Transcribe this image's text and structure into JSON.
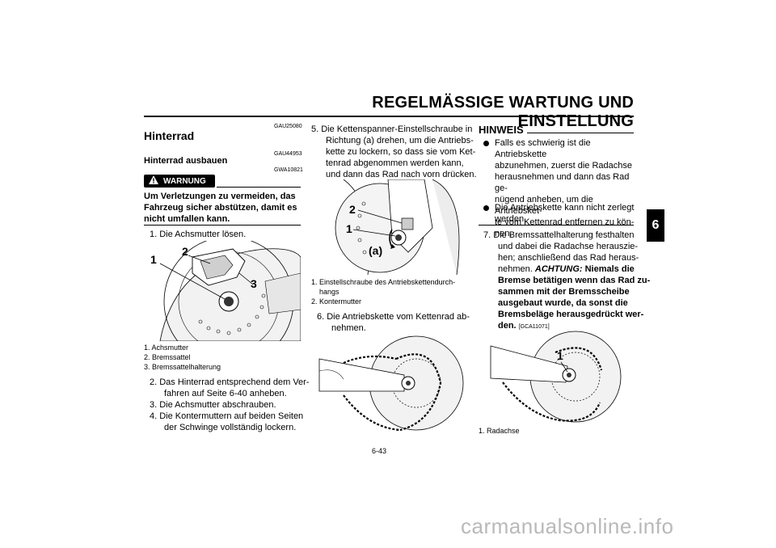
{
  "header": {
    "title": "REGELMÄSSIGE WARTUNG UND EINSTELLUNG",
    "chapter_tab": "6"
  },
  "left": {
    "code1": "GAU25080",
    "heading": "Hinterrad",
    "code2": "GAU44953",
    "subheading": "Hinterrad ausbauen",
    "code3": "GWA10821",
    "warning_label": "WARNUNG",
    "warning_text": [
      "Um Verletzungen zu vermeiden, das",
      "Fahrzeug sicher abstützen, damit es",
      "nicht umfallen kann."
    ],
    "step1": "1. Die Achsmutter lösen.",
    "fig1_callouts": [
      "1",
      "2",
      "3"
    ],
    "captions": [
      "1. Achsmutter",
      "2. Bremssattel",
      "3. Bremssattelhalterung"
    ],
    "step2": [
      "2. Das Hinterrad entsprechend dem Ver-",
      "fahren auf Seite 6-40 anheben."
    ],
    "step3": "3. Die Achsmutter abschrauben.",
    "step4": [
      "4. Die Kontermuttern auf beiden Seiten",
      "der Schwinge vollständig lockern."
    ]
  },
  "middle": {
    "step5": [
      "5. Die Kettenspanner-Einstellschraube in",
      "Richtung (a) drehen, um die Antriebs-",
      "kette zu lockern, so dass sie vom Ket-",
      "tenrad abgenommen werden kann,",
      "und dann das Rad nach vorn drücken."
    ],
    "fig2_callouts": [
      "2",
      "1",
      "(a)"
    ],
    "captions": [
      "1. Einstellschraube des Antriebskettendurch-",
      "hangs",
      "2. Kontermutter"
    ],
    "step6": [
      "6. Die Antriebskette vom Kettenrad ab-",
      "nehmen."
    ]
  },
  "right": {
    "hinweis": "HINWEIS",
    "bullets": [
      [
        "Falls es schwierig ist die Antriebskette",
        "abzunehmen, zuerst die Radachse",
        "herausnehmen und dann das Rad ge-",
        "nügend anheben, um die Antriebsket-",
        "te vom Kettenrad entfernen zu kön-",
        "nen."
      ],
      [
        "Die Antriebskette kann nicht zerlegt",
        "werden."
      ]
    ],
    "step7": [
      "7. Die Bremssattelhalterung festhalten",
      "und dabei die Radachse herauszie-",
      "hen; anschließend das Rad heraus-",
      "nehmen."
    ],
    "achtung": "ACHTUNG:",
    "achtung_text": [
      "Niemals die",
      "Bremse betätigen wenn das Rad zu-",
      "sammen mit der Bremsscheibe",
      "ausgebaut wurde, da sonst die",
      "Bremsbeläge herausgedrückt wer-",
      "den."
    ],
    "code4": "[GCA11071]",
    "fig4_callout": "1",
    "caption": "1. Radachse"
  },
  "footer": {
    "page": "6-43",
    "watermark": "carmanualsonline.info"
  }
}
